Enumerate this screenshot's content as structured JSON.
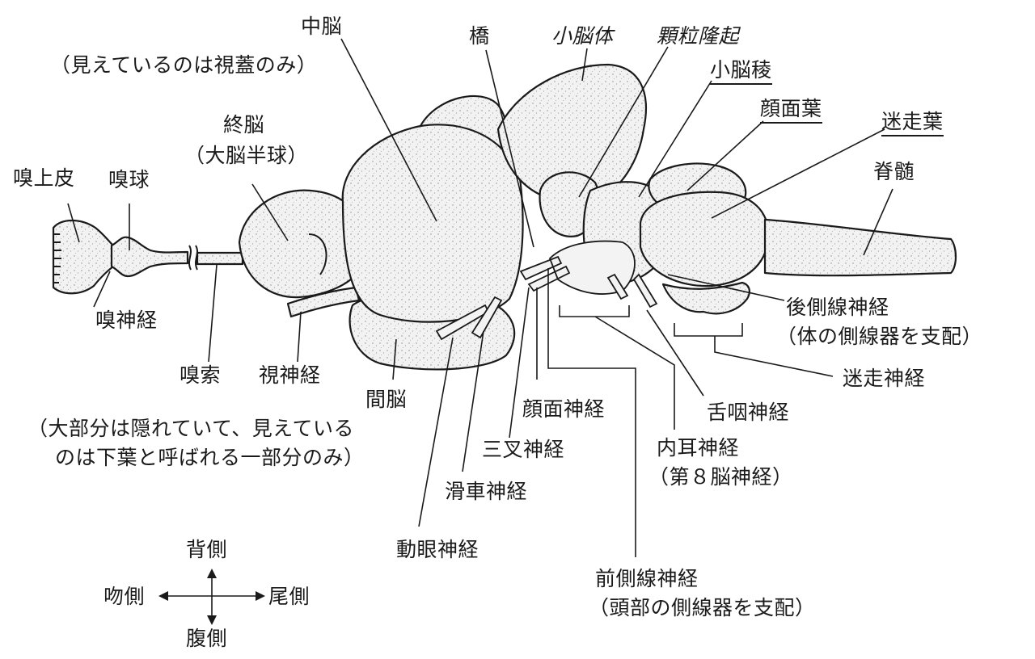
{
  "labels": {
    "midbrain": "中脳",
    "midbrain_note": "（見えているのは視蓋のみ）",
    "pons": "橋",
    "cerebellum_body": "小脳体",
    "granular_eminence": "顆粒隆起",
    "cerebellar_crest": "小脳稜",
    "facial_lobe": "顔面葉",
    "vagal_lobe": "迷走葉",
    "telencephalon": "終脳",
    "telencephalon_note": "（大脳半球）",
    "olfactory_epithelium": "嗅上皮",
    "olfactory_bulb": "嗅球",
    "spinal_cord": "脊髄",
    "olfactory_nerve": "嗅神経",
    "olfactory_tract": "嗅索",
    "optic_nerve": "視神経",
    "diencephalon": "間脳",
    "diencephalon_note_1": "（大部分は隠れていて、見えている",
    "diencephalon_note_2": "のは下葉と呼ばれる一部分のみ）",
    "posterior_lateral_line_nerve": "後側線神経",
    "posterior_lateral_line_note": "（体の側線器を支配）",
    "vagus_nerve": "迷走神経",
    "glossopharyngeal_nerve": "舌咽神経",
    "inner_ear_nerve": "内耳神経",
    "inner_ear_note": "（第８脳神経）",
    "facial_nerve": "顔面神経",
    "trigeminal_nerve": "三叉神経",
    "trochlear_nerve": "滑車神経",
    "oculomotor_nerve": "動眼神経",
    "anterior_lateral_line_nerve": "前側線神経",
    "anterior_lateral_line_note": "（頭部の側線器を支配）"
  },
  "compass": {
    "dorsal": "背側",
    "ventral": "腹側",
    "rostral": "吻側",
    "caudal": "尾側"
  },
  "colors": {
    "ink": "#1a1a1a",
    "organ_fill": "#f2f2f2"
  }
}
